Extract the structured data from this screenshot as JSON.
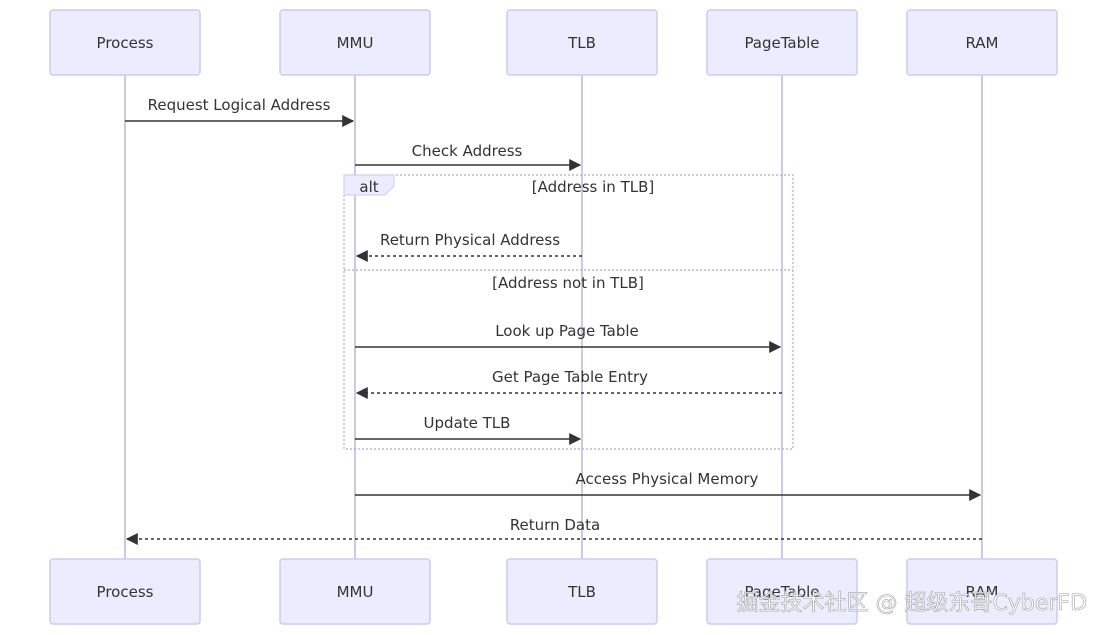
{
  "diagram": {
    "type": "sequence",
    "participants": [
      {
        "id": "process",
        "label": "Process"
      },
      {
        "id": "mmu",
        "label": "MMU"
      },
      {
        "id": "tlb",
        "label": "TLB"
      },
      {
        "id": "pagetable",
        "label": "PageTable"
      },
      {
        "id": "ram",
        "label": "RAM"
      }
    ],
    "messages": [
      {
        "from": "process",
        "to": "mmu",
        "label": "Request Logical Address",
        "style": "solid"
      },
      {
        "from": "mmu",
        "to": "tlb",
        "label": "Check Address",
        "style": "solid"
      },
      {
        "from": "tlb",
        "to": "mmu",
        "label": "Return Physical Address",
        "style": "dashed"
      },
      {
        "from": "mmu",
        "to": "pagetable",
        "label": "Look up Page Table",
        "style": "solid"
      },
      {
        "from": "pagetable",
        "to": "mmu",
        "label": "Get Page Table Entry",
        "style": "dashed"
      },
      {
        "from": "mmu",
        "to": "tlb",
        "label": "Update TLB",
        "style": "solid"
      },
      {
        "from": "mmu",
        "to": "ram",
        "label": "Access Physical Memory",
        "style": "solid"
      },
      {
        "from": "ram",
        "to": "process",
        "label": "Return Data",
        "style": "dashed"
      }
    ],
    "alt_frame": {
      "keyword": "alt",
      "condition_1": "[Address in TLB]",
      "condition_2": "[Address not in TLB]"
    },
    "colors": {
      "actor_fill": "#ECECFF",
      "actor_stroke": "#CCCCEE",
      "lifeline": "#CCC8E6",
      "message": "#333333"
    }
  },
  "watermark": "掘金技术社区 @ 超级东哥CyberFD"
}
